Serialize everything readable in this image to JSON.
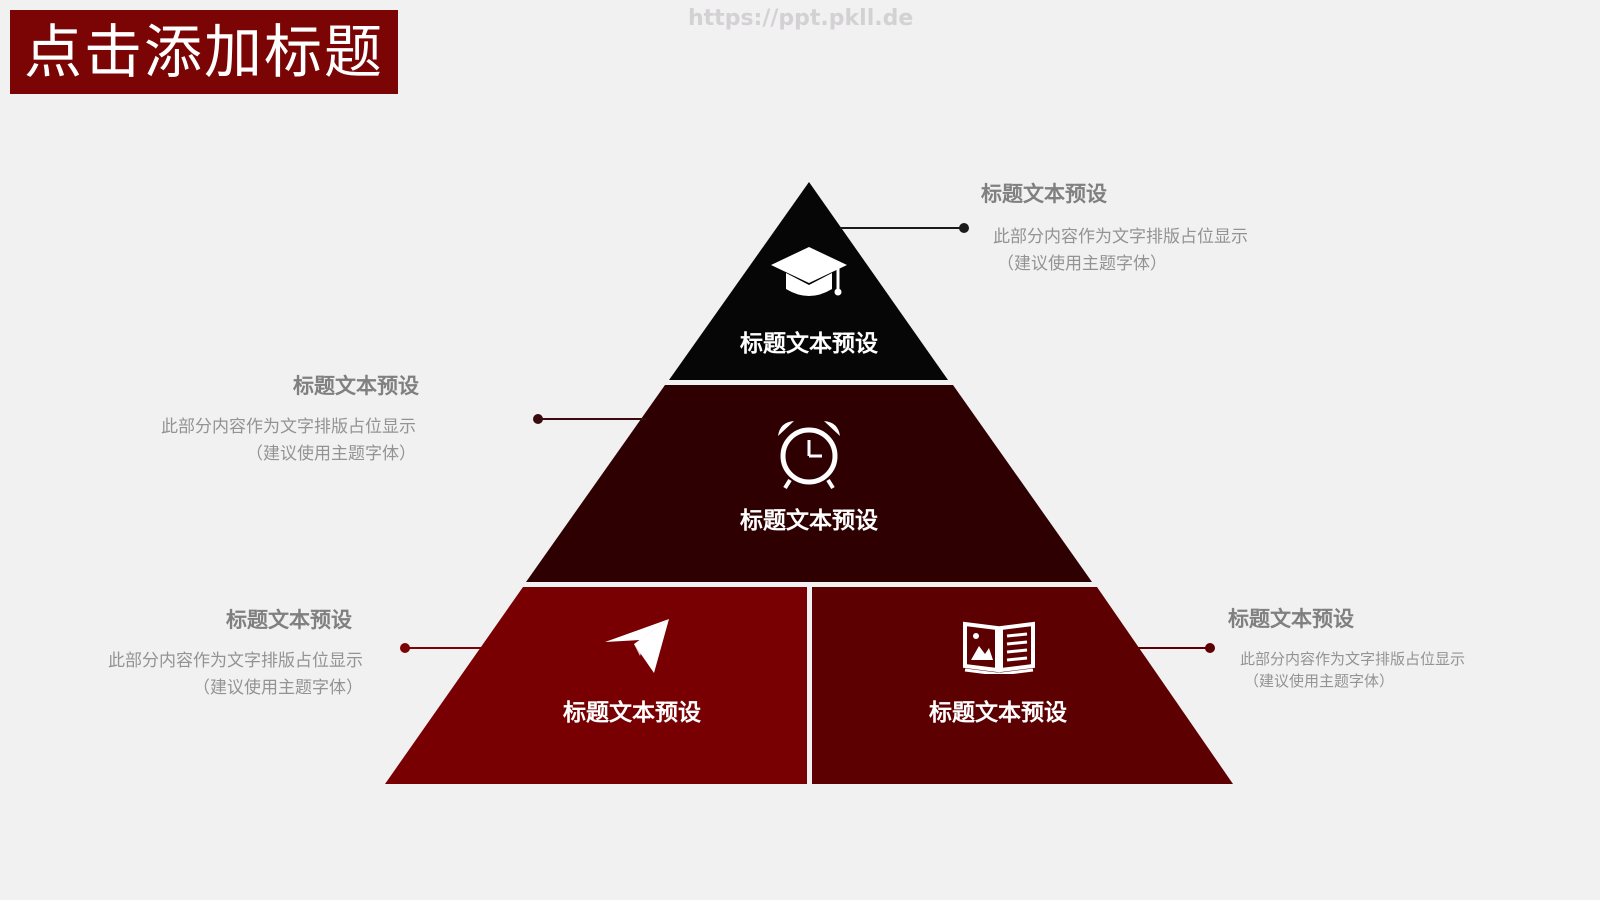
{
  "slide": {
    "title": "点击添加标题",
    "watermark": "https://ppt.pkll.de"
  },
  "pyramid": {
    "tiers": [
      {
        "label": "标题文本预设",
        "icon": "graduation-cap-icon",
        "color": "#060606"
      },
      {
        "label": "标题文本预设",
        "icon": "alarm-clock-icon",
        "color": "#2e0002"
      },
      {
        "label": "标题文本预设",
        "icon": "paper-plane-icon",
        "color": "#780003"
      },
      {
        "label": "标题文本预设",
        "icon": "open-book-icon",
        "color": "#5c0002"
      }
    ]
  },
  "callouts": [
    {
      "title": "标题文本预设",
      "line1": "此部分内容作为文字排版占位显示",
      "line2": "（建议使用主题字体）"
    },
    {
      "title": "标题文本预设",
      "line1": "此部分内容作为文字排版占位显示",
      "line2": "（建议使用主题字体）"
    },
    {
      "title": "标题文本预设",
      "line1": "此部分内容作为文字排版占位显示",
      "line2": "（建议使用主题字体）"
    },
    {
      "title": "标题文本预设",
      "line1": "此部分内容作为文字排版占位显示",
      "line2": "（建议使用主题字体）"
    }
  ]
}
